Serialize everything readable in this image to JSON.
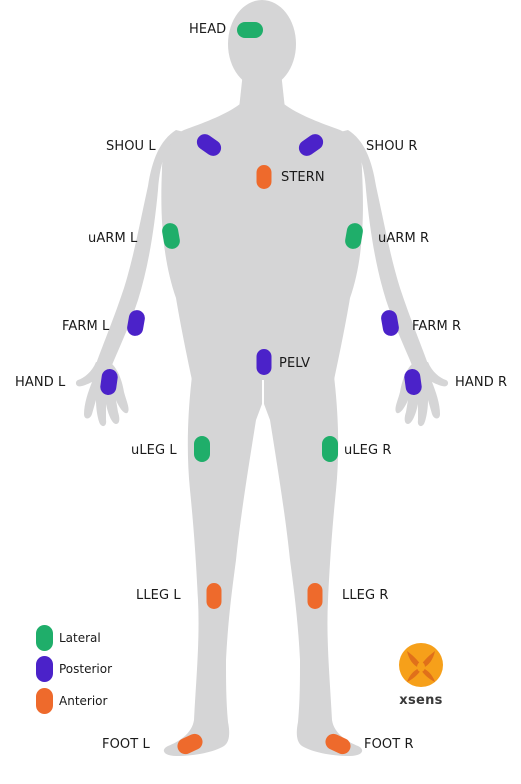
{
  "sensors": [
    {
      "id": "head",
      "label": "HEAD",
      "type": "lateral"
    },
    {
      "id": "shou-l",
      "label": "SHOU L",
      "type": "posterior"
    },
    {
      "id": "shou-r",
      "label": "SHOU R",
      "type": "posterior"
    },
    {
      "id": "stern",
      "label": "STERN",
      "type": "anterior"
    },
    {
      "id": "uarm-l",
      "label": "uARM L",
      "type": "lateral"
    },
    {
      "id": "uarm-r",
      "label": "uARM R",
      "type": "lateral"
    },
    {
      "id": "farm-l",
      "label": "FARM L",
      "type": "posterior"
    },
    {
      "id": "farm-r",
      "label": "FARM R",
      "type": "posterior"
    },
    {
      "id": "pelv",
      "label": "PELV",
      "type": "posterior"
    },
    {
      "id": "hand-l",
      "label": "HAND L",
      "type": "posterior"
    },
    {
      "id": "hand-r",
      "label": "HAND R",
      "type": "posterior"
    },
    {
      "id": "uleg-l",
      "label": "uLEG L",
      "type": "lateral"
    },
    {
      "id": "uleg-r",
      "label": "uLEG R",
      "type": "lateral"
    },
    {
      "id": "lleg-l",
      "label": "LLEG L",
      "type": "anterior"
    },
    {
      "id": "lleg-r",
      "label": "LLEG R",
      "type": "anterior"
    },
    {
      "id": "foot-l",
      "label": "FOOT L",
      "type": "anterior"
    },
    {
      "id": "foot-r",
      "label": "FOOT R",
      "type": "anterior"
    }
  ],
  "legend": [
    {
      "type": "lateral",
      "label": "Lateral"
    },
    {
      "type": "posterior",
      "label": "Posterior"
    },
    {
      "type": "anterior",
      "label": "Anterior"
    }
  ],
  "colors": {
    "lateral": "#1fae6a",
    "posterior": "#4b22c9",
    "anterior": "#ee6a2c",
    "body": "#d5d5d6",
    "logo_orange": "#f6a01a",
    "logo_dark": "#e0701a"
  },
  "logo": {
    "text": "xsens"
  }
}
